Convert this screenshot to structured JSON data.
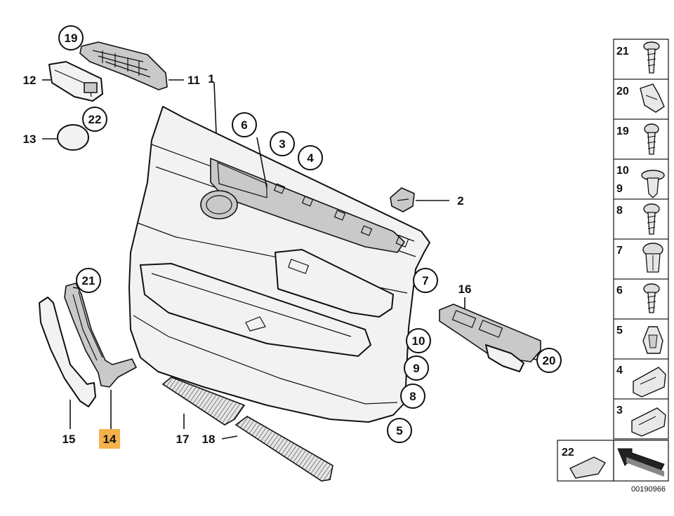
{
  "diagram": {
    "callouts": {
      "c1": "1",
      "c2": "2",
      "c3": "3",
      "c4": "4",
      "c5": "5",
      "c6": "6",
      "c7": "7",
      "c8": "8",
      "c9": "9",
      "c10": "10",
      "c11": "11",
      "c12": "12",
      "c13": "13",
      "c14": "14",
      "c15": "15",
      "c16": "16",
      "c17": "17",
      "c18": "18",
      "c19": "19",
      "c20": "20",
      "c20b": "20",
      "c21": "21",
      "c22": "22"
    },
    "highlight": {
      "part": "14",
      "color": "#f5b24a"
    },
    "legend": {
      "items": [
        {
          "label": "21"
        },
        {
          "label": "20"
        },
        {
          "label": "19"
        },
        {
          "label": "10",
          "label2": "9"
        },
        {
          "label": "8"
        },
        {
          "label": "7"
        },
        {
          "label": "6"
        },
        {
          "label": "5"
        },
        {
          "label": "4"
        },
        {
          "label": "3"
        }
      ],
      "bottom_left_label": "22"
    },
    "catalog_number": "00190966"
  }
}
